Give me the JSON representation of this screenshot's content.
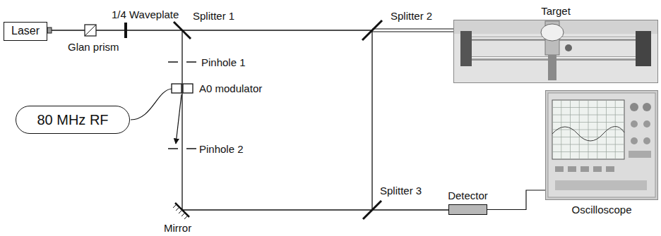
{
  "diagram": {
    "nodes": [
      {
        "text": [
          "Laser"
        ]
      },
      {
        "text": [
          "Target"
        ]
      },
      {
        "text": [
          "80 MHz RF"
        ]
      },
      {
        "text": [
          "Detector"
        ]
      },
      {
        "text": [
          "Oscilloscope"
        ]
      }
    ],
    "edges": [
      {
        "from": 3,
        "to": 4,
        "arrow": "none"
      }
    ],
    "labels": [
      "1/4 Waveplate",
      "Splitter 1",
      "Splitter 2",
      "Glan prism",
      "Pinhole 1",
      "A0 modulator",
      "Pinhole 2",
      "Splitter 3",
      "Mirror"
    ]
  }
}
